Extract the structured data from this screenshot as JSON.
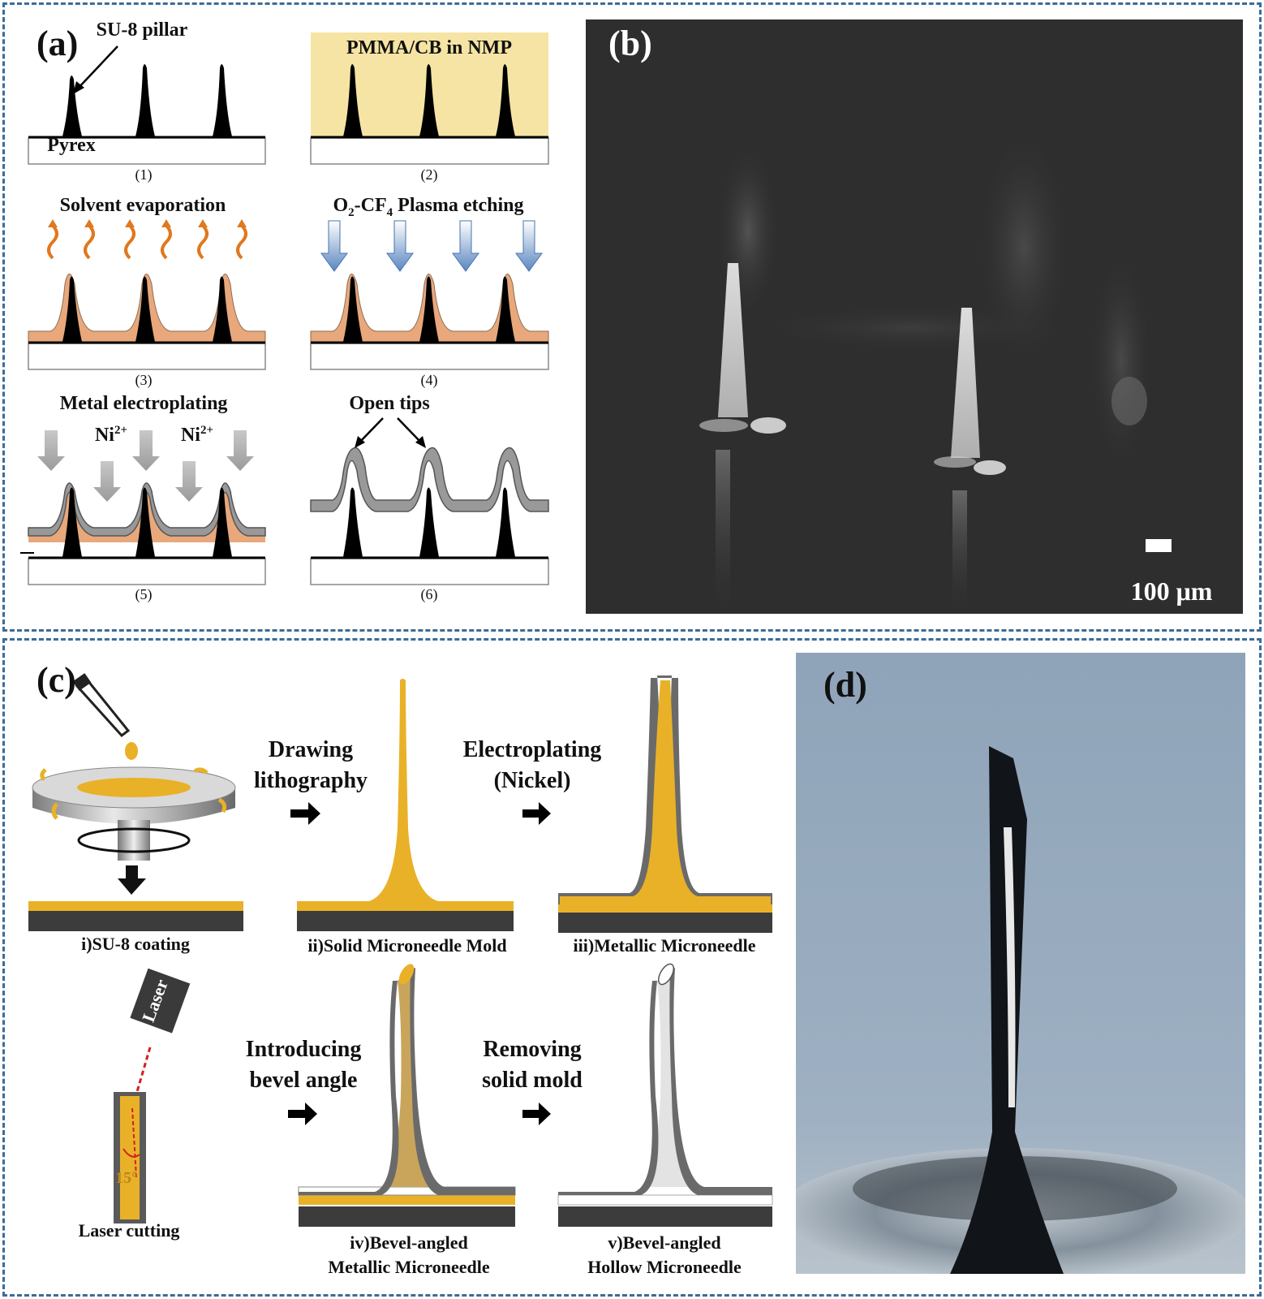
{
  "panel_a": {
    "label": "(a)",
    "su8_pillar": "SU-8 pillar",
    "pyrex": "Pyrex",
    "pmma": "PMMA/CB in NMP",
    "solvent": "Solvent evaporation",
    "plasma_o": "O",
    "plasma_sub2": "2",
    "plasma_cf": "-CF",
    "plasma_sub4": "4",
    "plasma_rest": " Plasma etching",
    "metal": "Metal electroplating",
    "ni": "Ni",
    "ni_sup": "2+",
    "open_tips": "Open tips",
    "steps": [
      "(1)",
      "(2)",
      "(3)",
      "(4)",
      "(5)",
      "(6)"
    ]
  },
  "panel_b": {
    "label": "(b)",
    "scale": "100 μm"
  },
  "panel_c": {
    "label": "(c)",
    "drawing": "Drawing\nlithography",
    "electroplating": "Electroplating\n(Nickel)",
    "introducing": "Introducing\nbevel angle",
    "removing": "Removing\nsolid mold",
    "laser": "Laser",
    "angle": "15°",
    "captions": {
      "i": "i)SU-8 coating",
      "ii": "ii)Solid Microneedle Mold",
      "iii": "iii)Metallic Microneedle",
      "laser_cutting": "Laser cutting",
      "iv": "iv)Bevel-angled\nMetallic Microneedle",
      "v": "v)Bevel-angled\nHollow Microneedle"
    }
  },
  "panel_d": {
    "label": "(d)"
  },
  "colors": {
    "border": "#3d6c95",
    "pmma": "#f6e4a4",
    "coat": "#e8a87c",
    "su8": "#e9b128",
    "nickel": "#8a8a8a"
  }
}
